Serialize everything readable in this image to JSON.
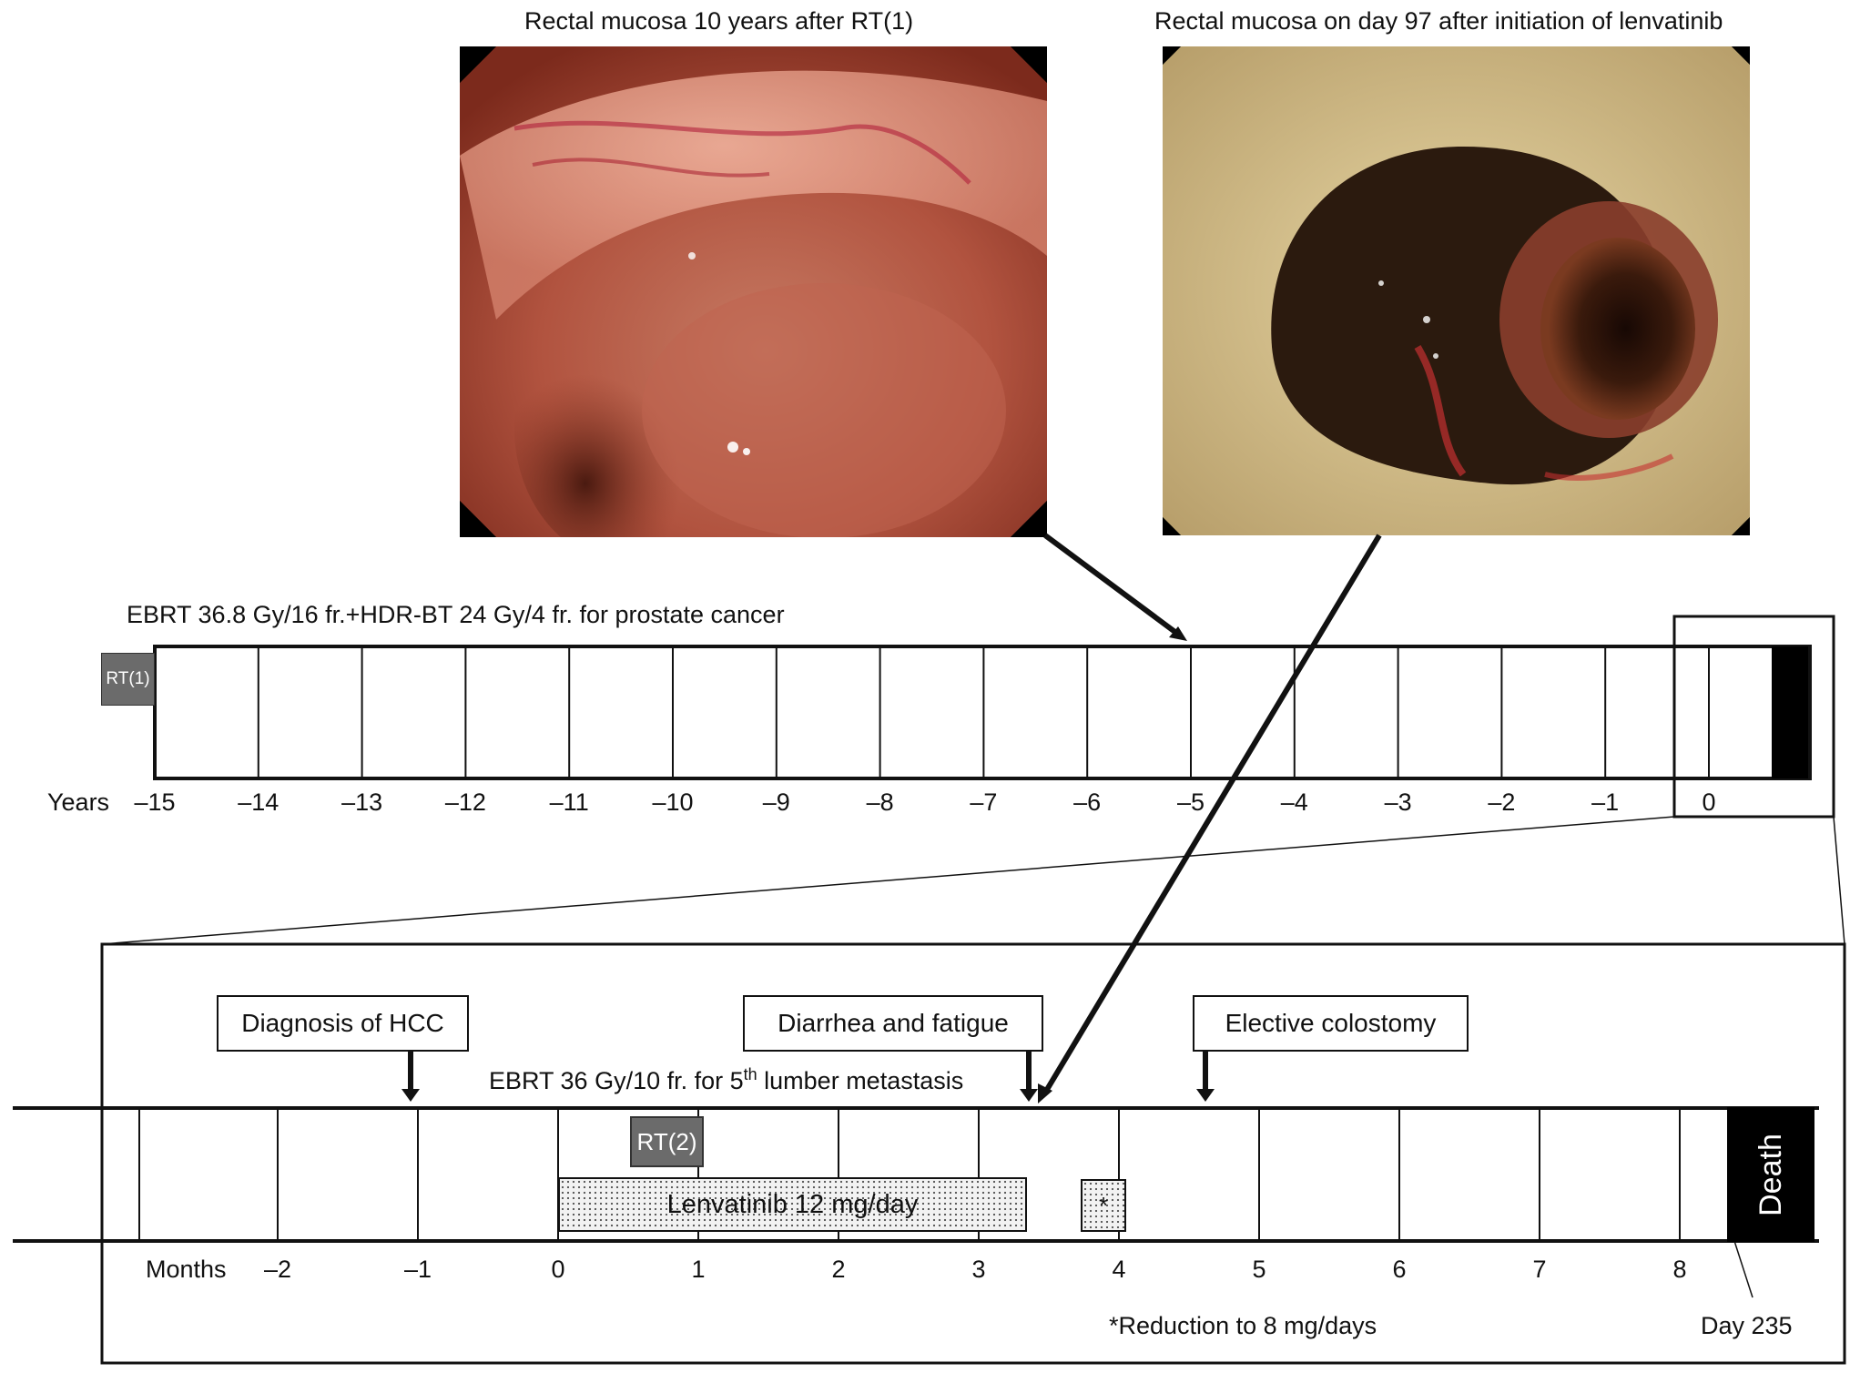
{
  "photos": {
    "left_caption": "Rectal mucosa 10 years after RT(1)",
    "right_caption": "Rectal mucosa on day 97 after initiation of lenvatinib"
  },
  "top_timeline": {
    "caption": "EBRT 36.8 Gy/16 fr.+HDR-BT 24 Gy/4 fr. for prostate cancer",
    "rt_label": "RT(1)",
    "axis_label": "Years",
    "ticks": [
      "–15",
      "–14",
      "–13",
      "–12",
      "–11",
      "–10",
      "–9",
      "–8",
      "–7",
      "–6",
      "–5",
      "–4",
      "–3",
      "–2",
      "–1",
      "0"
    ]
  },
  "bottom_timeline": {
    "callouts": {
      "diagnosis": "Diagnosis of HCC",
      "diarrhea": "Diarrhea and fatigue",
      "colostomy": "Elective colostomy"
    },
    "ebrt_caption_prefix": "EBRT 36 Gy/10 fr. for 5",
    "ebrt_caption_sup": "th",
    "ebrt_caption_suffix": " lumber metastasis",
    "rt_label": "RT(2)",
    "lenvatinib_label": "Lenvatinib 12 mg/day",
    "reduction_marker": "*",
    "reduction_note": "*Reduction to 8 mg/days",
    "death_label": "Death",
    "day_label": "Day 235",
    "axis_label": "Months",
    "ticks": [
      "–2",
      "–1",
      "0",
      "1",
      "2",
      "3",
      "4",
      "5",
      "6",
      "7",
      "8"
    ]
  },
  "colors": {
    "rt_box": "#6b6b6b",
    "death_box": "#000000",
    "lenvatinib_fill": "#f2f2f2",
    "line": "#111111"
  }
}
